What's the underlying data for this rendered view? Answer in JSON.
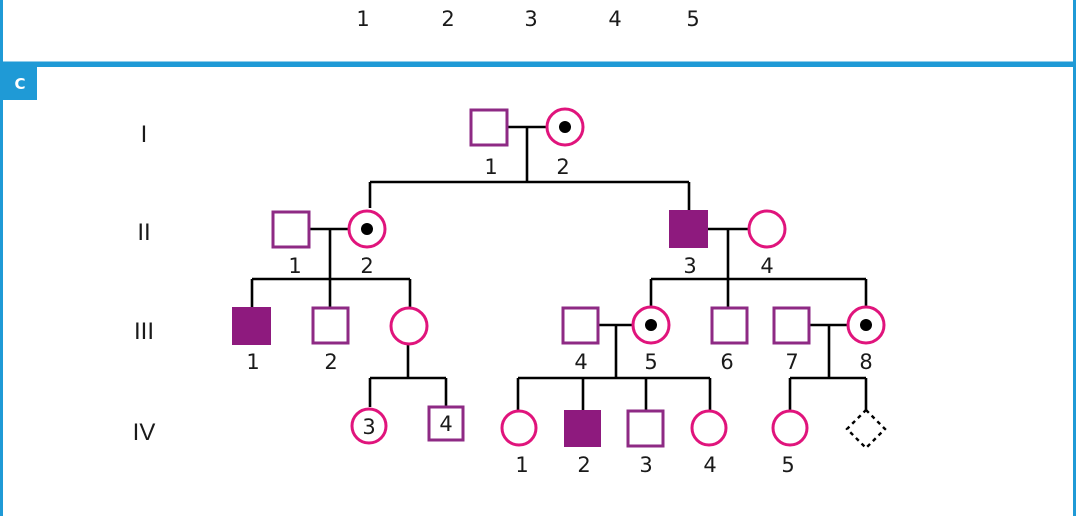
{
  "top_panel": {
    "numbers": [
      "1",
      "2",
      "3",
      "4",
      "5"
    ]
  },
  "panel_c": {
    "badge": "C",
    "generations": [
      "I",
      "II",
      "III",
      "IV"
    ],
    "colors": {
      "frame": "#1f9ad6",
      "male_outline": "#8e2a84",
      "female_outline": "#e0147c",
      "affected_fill": "#8e1a7e",
      "carrier_dot": "#000000",
      "line": "#000000"
    },
    "individuals": {
      "I": [
        {
          "label": "1",
          "sex": "male",
          "status": "unaffected"
        },
        {
          "label": "2",
          "sex": "female",
          "status": "carrier"
        }
      ],
      "II": [
        {
          "label": "1",
          "sex": "male",
          "status": "unaffected"
        },
        {
          "label": "2",
          "sex": "female",
          "status": "carrier"
        },
        {
          "label": "3",
          "sex": "male",
          "status": "affected"
        },
        {
          "label": "4",
          "sex": "female",
          "status": "unaffected"
        }
      ],
      "III": [
        {
          "label": "1",
          "sex": "male",
          "status": "affected"
        },
        {
          "label": "2",
          "sex": "male",
          "status": "unaffected"
        },
        {
          "label": "",
          "sex": "female",
          "status": "unaffected"
        },
        {
          "label": "4",
          "sex": "male",
          "status": "unaffected"
        },
        {
          "label": "5",
          "sex": "female",
          "status": "carrier"
        },
        {
          "label": "6",
          "sex": "male",
          "status": "unaffected"
        },
        {
          "label": "7",
          "sex": "male",
          "status": "unaffected"
        },
        {
          "label": "8",
          "sex": "female",
          "status": "carrier"
        }
      ],
      "IV": [
        {
          "label": "3",
          "sex": "female",
          "status": "unaffected",
          "label_inside": true
        },
        {
          "label": "4",
          "sex": "male",
          "status": "unaffected",
          "label_inside": true
        },
        {
          "label": "1",
          "sex": "female",
          "status": "unaffected"
        },
        {
          "label": "2",
          "sex": "male",
          "status": "affected"
        },
        {
          "label": "3",
          "sex": "male",
          "status": "unaffected"
        },
        {
          "label": "4",
          "sex": "female",
          "status": "unaffected"
        },
        {
          "label": "5",
          "sex": "female",
          "status": "unaffected"
        },
        {
          "label": "",
          "sex": "unknown",
          "status": "unborn"
        }
      ]
    }
  }
}
